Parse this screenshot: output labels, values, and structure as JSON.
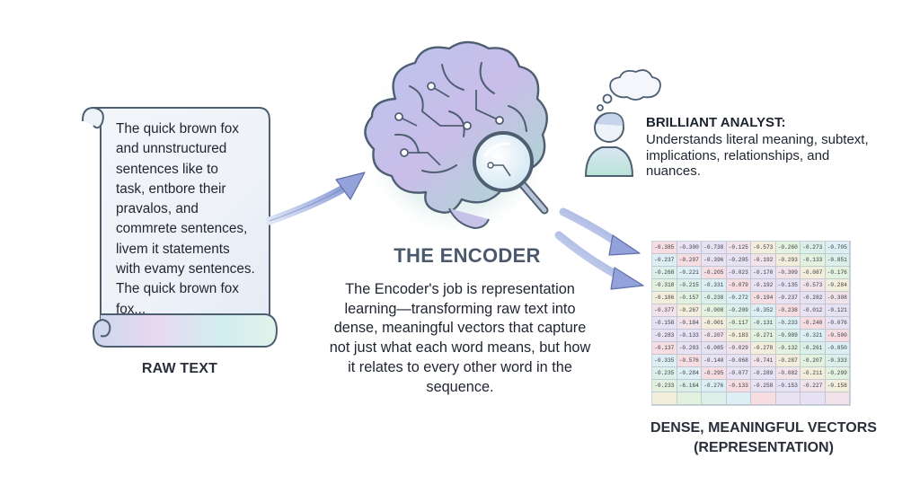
{
  "raw_text": {
    "lines": [
      "The quick brown fox",
      "and unnstructured",
      "sentences like to",
      "task, entbore their",
      "pravalos, and",
      "commrete sentences,",
      "livem it statements",
      "with evamy sentences.",
      "The quick brown fox",
      "fox..."
    ],
    "label": "RAW TEXT"
  },
  "encoder": {
    "title": "THE ENCODER",
    "description": "The Encoder's job is representation learning—transforming raw text into dense, meaningful vectors that capture not just what each word means, but how it relates to every other word in the sequence."
  },
  "analyst": {
    "title": "BRILLIANT ANALYST:",
    "description": "Understands literal meaning, subtext, implications, relationships, and nuances."
  },
  "vectors": {
    "label_line1": "DENSE, MEANINGFUL VECTORS",
    "label_line2": "(REPRESENTATION)",
    "matrix": [
      [
        "-0.385",
        "-0.300",
        "-0.738",
        "-0.125",
        "-0.573",
        "-0.260",
        "-0.273",
        "-0.705"
      ],
      [
        "-0.237",
        "-0.297",
        "-0.396",
        "-0.205",
        "-0.192",
        "-0.293",
        "-0.133",
        "-0.851"
      ],
      [
        "-0.268",
        "-0.221",
        "-0.205",
        "-0.023",
        "-0.170",
        "-0.309",
        "-0.087",
        "-0.176"
      ],
      [
        "-0.318",
        "-0.215",
        "-0.331",
        "-0.079",
        "-0.192",
        "-0.135",
        "-0.573",
        "-0.284"
      ],
      [
        "-0.186",
        "-0.157",
        "-0.238",
        "-0.272",
        "-0.194",
        "-0.237",
        "-0.282",
        "-0.308"
      ],
      [
        "-0.377",
        "-0.267",
        "-0.008",
        "-0.209",
        "-0.352",
        "-0.238",
        "-0.012",
        "-0.121"
      ],
      [
        "-0.158",
        "-0.184",
        "-0.001",
        "-0.117",
        "-0.131",
        "-0.233",
        "-0.248",
        "-0.076"
      ],
      [
        "-0.283",
        "-0.133",
        "-0.207",
        "-0.183",
        "-0.271",
        "-0.989",
        "-0.321",
        "-0.500"
      ],
      [
        "-0.137",
        "-0.283",
        "-0.085",
        "-0.029",
        "-0.278",
        "-0.132",
        "-0.261",
        "-0.850"
      ],
      [
        "-0.335",
        "-0.576",
        "-0.140",
        "-0.068",
        "-0.741",
        "-0.287",
        "-0.207",
        "-0.333"
      ],
      [
        "-0.235",
        "-0.284",
        "-0.295",
        "-0.077",
        "-0.289",
        "-0.082",
        "-0.211",
        "-0.299"
      ],
      [
        "-0.233",
        "-6.164",
        "-0.276",
        "-0.133",
        "-0.258",
        "-0.153",
        "-0.227",
        "-0.158"
      ],
      [
        "",
        "",
        "",
        "",
        "",
        "",
        "",
        ""
      ]
    ]
  },
  "colors": {
    "accent_blue": "#8fa3d8",
    "accent_purple": "#a99be0",
    "accent_teal": "#9fd9d0",
    "arrow": "#8d9bd6",
    "outline": "#4f5f72"
  }
}
